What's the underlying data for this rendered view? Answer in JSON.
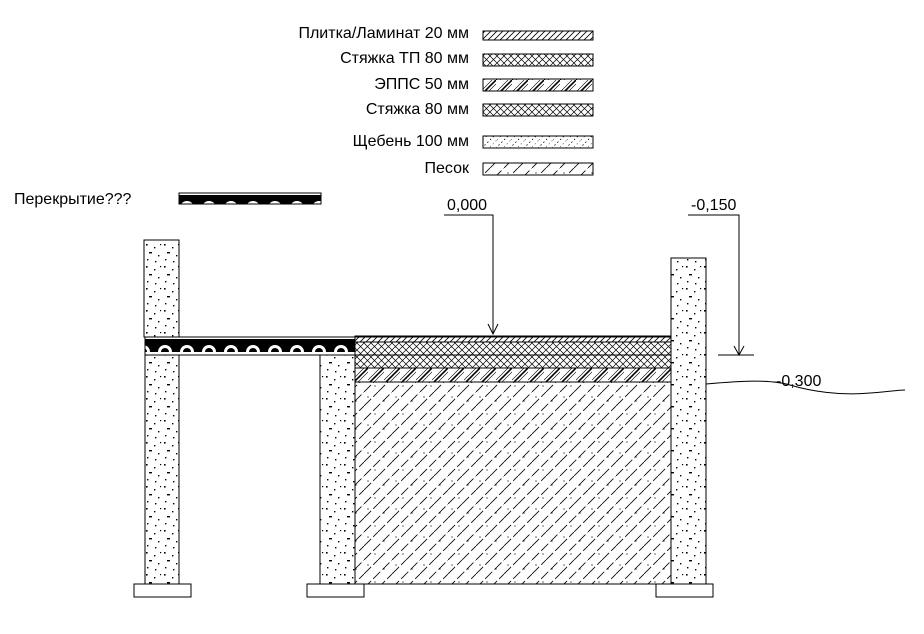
{
  "legend": [
    {
      "label": "Плитка/Ламинат 20 мм",
      "pattern": "diagonal-hatch"
    },
    {
      "label": "Стяжка ТП 80 мм",
      "pattern": "cross-hatch"
    },
    {
      "label": "ЭППС 50 мм",
      "pattern": "wide-diagonal-hatch"
    },
    {
      "label": "Стяжка 80 мм",
      "pattern": "cross-hatch"
    },
    {
      "label": "Щебень 100 мм",
      "pattern": "dotted-diagonal"
    },
    {
      "label": "Песок",
      "pattern": "sand-dots"
    }
  ],
  "slab_legend": {
    "label": "Перекрытие???",
    "pattern": "black-arches"
  },
  "levels": {
    "floor": "0,000",
    "top": "-0,150",
    "ground": "-0,300"
  }
}
